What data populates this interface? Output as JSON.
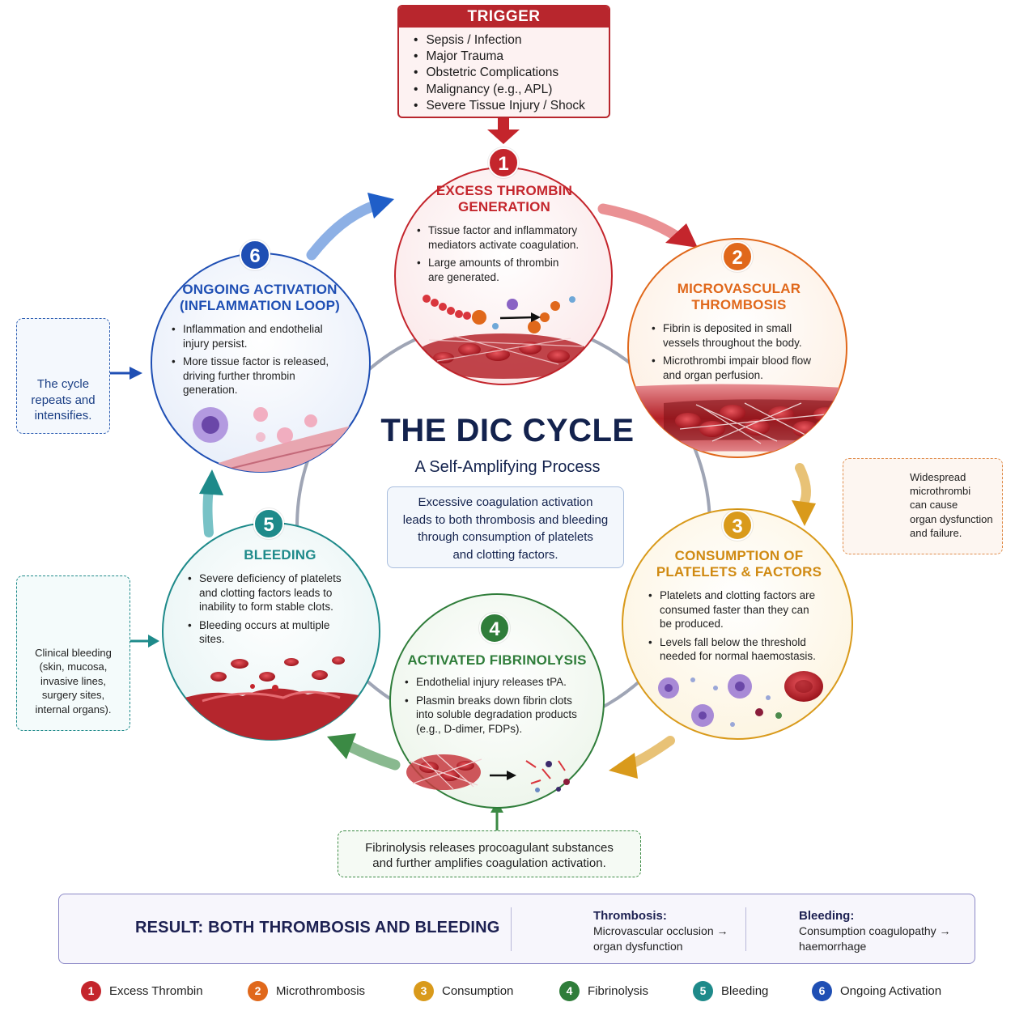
{
  "trigger": {
    "title": "TRIGGER",
    "items": [
      "Sepsis / Infection",
      "Major Trauma",
      "Obstetric Complications",
      "Malignancy (e.g., APL)",
      "Severe Tissue Injury / Shock"
    ]
  },
  "stages": [
    {
      "number": "1",
      "title_lines": [
        "EXCESS THROMBIN",
        "GENERATION"
      ],
      "color": "#c4252c",
      "bullets": [
        [
          "Tissue factor and inflammatory",
          "mediators activate coagulation."
        ],
        [
          "Large amounts of thrombin",
          "are generated."
        ]
      ]
    },
    {
      "number": "2",
      "title_lines": [
        "MICROVASCULAR",
        "THROMBOSIS"
      ],
      "color": "#e0681b",
      "bullets": [
        [
          "Fibrin is deposited in small",
          "vessels throughout the body."
        ],
        [
          "Microthrombi impair blood flow",
          "and organ perfusion."
        ]
      ]
    },
    {
      "number": "3",
      "title_lines": [
        "CONSUMPTION OF",
        "PLATELETS & FACTORS"
      ],
      "color": "#d99a1b",
      "bullets": [
        [
          "Platelets and clotting factors are",
          "consumed faster than they can",
          "be produced."
        ],
        [
          "Levels fall below the threshold",
          "needed for normal haemostasis."
        ]
      ]
    },
    {
      "number": "4",
      "title_lines": [
        "ACTIVATED FIBRINOLYSIS"
      ],
      "color": "#2f7d3a",
      "bullets": [
        [
          "Endothelial injury releases tPA."
        ],
        [
          "Plasmin breaks down fibrin clots",
          "into soluble degradation products",
          "(e.g., D-dimer, FDPs)."
        ]
      ]
    },
    {
      "number": "5",
      "title_lines": [
        "BLEEDING"
      ],
      "color": "#1e8a8a",
      "bullets": [
        [
          "Severe deficiency of platelets",
          "and clotting factors leads to",
          "inability to form stable clots."
        ],
        [
          "Bleeding occurs at multiple",
          "sites."
        ]
      ]
    },
    {
      "number": "6",
      "title_lines": [
        "ONGOING ACTIVATION",
        "(INFLAMMATION LOOP)"
      ],
      "color": "#1f4fb4",
      "bullets": [
        [
          "Inflammation and endothelial",
          "injury persist."
        ],
        [
          "More tissue factor is released,",
          "driving further thrombin",
          "generation."
        ]
      ]
    }
  ],
  "center": {
    "title": "THE DIC CYCLE",
    "subtitle": "A Self-Amplifying Process",
    "description_lines": [
      "Excessive coagulation activation",
      "leads to both thrombosis and bleeding",
      "through consumption of platelets",
      "and clotting factors."
    ]
  },
  "notes": {
    "cycle": {
      "lines": [
        "The cycle",
        "repeats and",
        "intensifies."
      ],
      "icon": "refresh-arrows-icon"
    },
    "bleeding": {
      "lines": [
        "Clinical bleeding",
        "(skin, mucosa,",
        "invasive lines,",
        "surgery sites,",
        "internal organs)."
      ],
      "icon": "blood-drop-icon"
    },
    "microthrombi": {
      "lines": [
        "Widespread",
        "microthrombi",
        "can cause",
        "organ dysfunction",
        "and failure."
      ],
      "icon": "blood-vessel-branch-icon"
    },
    "fibrinolysis": {
      "lines": [
        "Fibrinolysis releases procoagulant substances",
        "and further amplifies coagulation activation."
      ]
    }
  },
  "result": {
    "title": "RESULT: BOTH THROMBOSIS AND BLEEDING",
    "icon": "balance-scale-icon",
    "thrombosis": {
      "heading": "Thrombosis:",
      "lines": [
        "Microvascular occlusion →",
        "organ dysfunction"
      ]
    },
    "bleeding": {
      "heading": "Bleeding:",
      "lines": [
        "Consumption coagulopathy →",
        "haemorrhage"
      ]
    }
  },
  "legend": [
    {
      "number": "1",
      "label": "Excess Thrombin",
      "color": "#c4252c"
    },
    {
      "number": "2",
      "label": "Microthrombosis",
      "color": "#e0681b"
    },
    {
      "number": "3",
      "label": "Consumption",
      "color": "#d99a1b"
    },
    {
      "number": "4",
      "label": "Fibrinolysis",
      "color": "#2f7d3a"
    },
    {
      "number": "5",
      "label": "Bleeding",
      "color": "#1e8a8a"
    },
    {
      "number": "6",
      "label": "Ongoing Activation",
      "color": "#1f4fb4"
    }
  ]
}
